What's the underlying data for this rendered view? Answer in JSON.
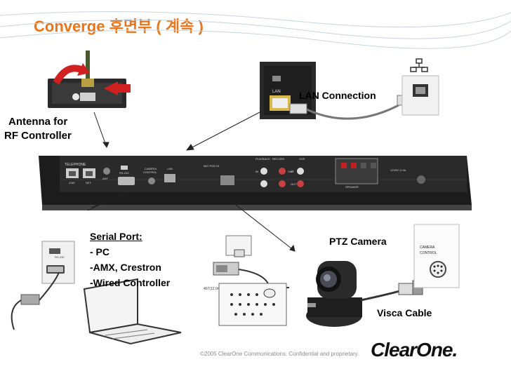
{
  "slide": {
    "title": "Converge  후면부 ( 계속 )",
    "footer": "©2005 ClearOne Communications. Confidential and proprietary.",
    "brand": "ClearOne."
  },
  "labels": {
    "lan_connection": "LAN Connection",
    "antenna_line1": "Antenna for",
    "antenna_line2": "RF Controller",
    "serial_title": "Serial Port:",
    "serial_items": [
      "- PC",
      "-AMX, Crestron",
      "-Wired Controller"
    ],
    "ptz_camera": "PTZ Camera",
    "visca_cable": "Visca Cable"
  },
  "panel_text": {
    "telephone": "TELEPHONE",
    "line": "LINE",
    "set": "SET",
    "ant": "ANT",
    "rs232": "RS-232",
    "camera_control_1": "CAMERA",
    "camera_control_2": "CONTROL",
    "lan": "LAN",
    "mic_pod": "MIC POD IN",
    "playback": "PLAYBACK",
    "record": "RECORD",
    "in": "IN",
    "out": "OUT",
    "vcr": "VCR",
    "speaker": "SPEAKER",
    "power": "12VDC 2.0A",
    "lan_jack": "LAN",
    "rs232_small": "RS-232",
    "part_number": "407(12.0m",
    "camera_connector_1": "CAMERA",
    "camera_connector_2": "CONTROL"
  },
  "colors": {
    "title": "#e8751a",
    "device_body": "#1c1c1c",
    "panel": "#2a2a2a"
  }
}
